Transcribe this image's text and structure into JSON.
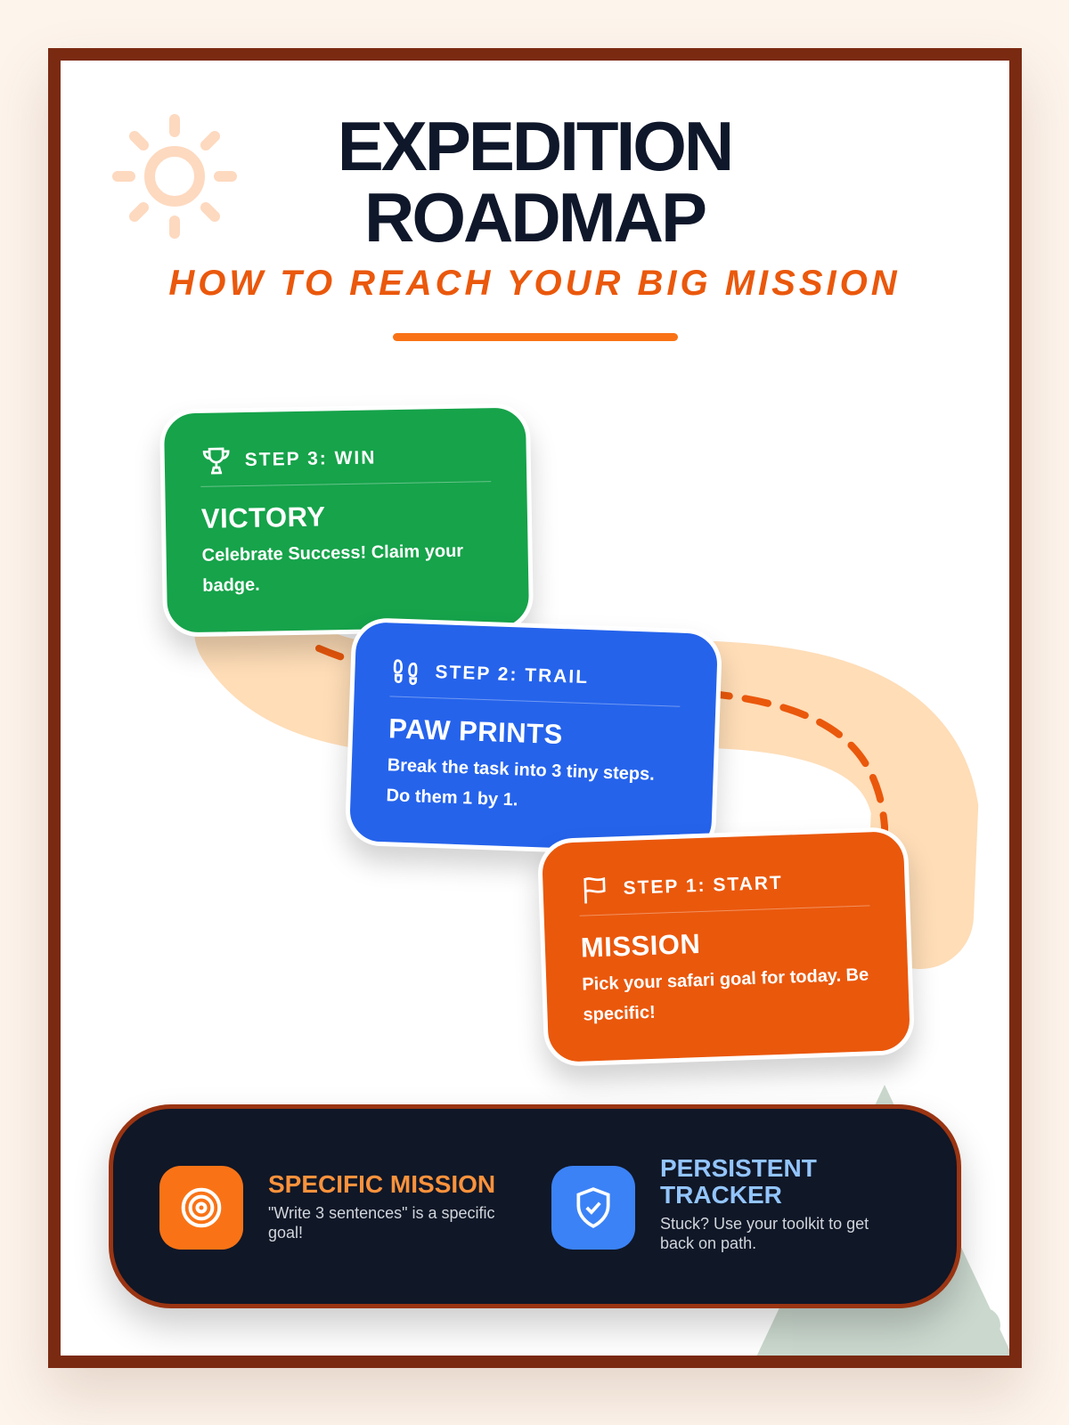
{
  "header": {
    "title_line1": "EXPEDITION",
    "title_line2": "ROADMAP",
    "subtitle": "HOW TO REACH YOUR BIG MISSION"
  },
  "steps": [
    {
      "step": "STEP 3: WIN",
      "name": "VICTORY",
      "desc": "Celebrate Success! Claim your badge.",
      "icon": "trophy-icon",
      "color": "#16a34a"
    },
    {
      "step": "STEP 2: TRAIL",
      "name": "PAW PRINTS",
      "desc": "Break the task into 3 tiny steps. Do them 1 by 1.",
      "icon": "footprints-icon",
      "color": "#2563eb"
    },
    {
      "step": "STEP 1: START",
      "name": "MISSION",
      "desc": "Pick your safari goal for today. Be specific!",
      "icon": "flag-icon",
      "color": "#ea580c"
    }
  ],
  "features": [
    {
      "title": "SPECIFIC MISSION",
      "desc": "\"Write 3 sentences\" is a specific goal!",
      "icon": "target-icon",
      "color": "#fb923c"
    },
    {
      "title": "PERSISTENT TRACKER",
      "desc": "Stuck? Use your toolkit to get back on path.",
      "icon": "shield-check-icon",
      "color": "#93c5fd"
    }
  ]
}
